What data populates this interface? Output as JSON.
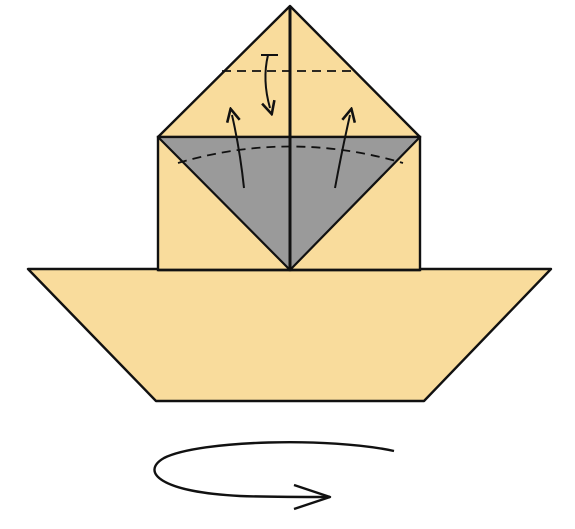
{
  "diagram": {
    "colors": {
      "paper": "#f9dc9c",
      "shaded": "#9a9a9a",
      "line": "#111111",
      "background": "#ffffff"
    },
    "symbols": {
      "valley_fold_line": "dashed",
      "fold_arrows": [
        "fold-down-arrow",
        "fold-up-arrow-left",
        "fold-up-arrow-right"
      ],
      "turn_over": "turn-over-icon"
    }
  }
}
